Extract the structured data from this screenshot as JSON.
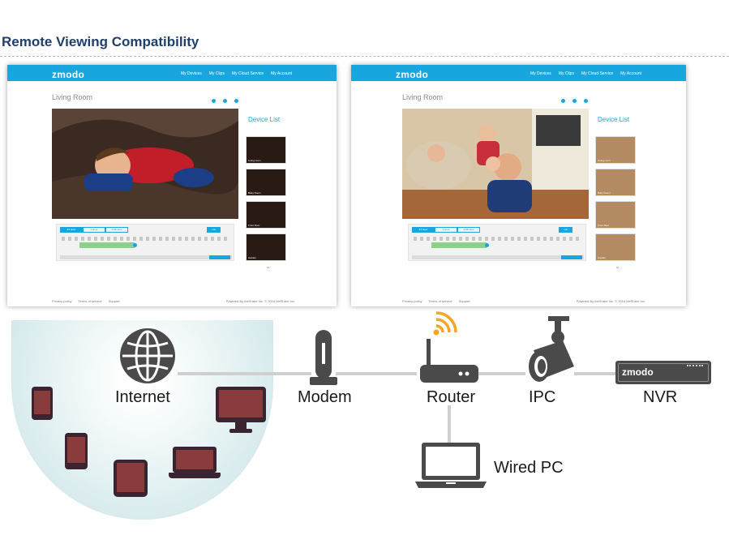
{
  "heading": "Remote Viewing Compatibility",
  "screens": [
    {
      "logo": "zmodo",
      "nav": [
        "My Devices",
        "My Clips",
        "My Cloud Service",
        "My Account"
      ],
      "room_title": "Living Room",
      "device_list_title": "Device List",
      "devices": [
        "Living room",
        "Baby Room",
        "Front Door",
        "Garden"
      ],
      "time_buttons": [
        "24 Hour",
        "1 Hour",
        "2 Minutes"
      ],
      "list_button": "List",
      "footer_links": [
        "Privacy policy",
        "Terms of service",
        "Support"
      ],
      "footer_powered": "Powered By MeShare Inc. © 2016 MeShare Inc."
    },
    {
      "logo": "zmodo",
      "nav": [
        "My Devices",
        "My Clips",
        "My Cloud Service",
        "My Account"
      ],
      "room_title": "Living Room",
      "device_list_title": "Device List",
      "devices": [
        "Living room",
        "Baby Room",
        "Front Door",
        "Garden"
      ],
      "time_buttons": [
        "24 Hour",
        "1 Hour",
        "2 Minutes"
      ],
      "list_button": "List",
      "footer_links": [
        "Privacy policy",
        "Terms of service",
        "Support"
      ],
      "footer_powered": "Powered By MeShare Inc. © 2016 MeShare Inc."
    }
  ],
  "diagram": {
    "internet": "Internet",
    "modem": "Modem",
    "router": "Router",
    "ipc": "IPC",
    "nvr": "NVR",
    "wired_pc": "Wired PC",
    "nvr_logo": "zmodo"
  },
  "colors": {
    "accent": "#19a6df",
    "heading": "#1f3f6b",
    "wifi": "#f5a623"
  }
}
